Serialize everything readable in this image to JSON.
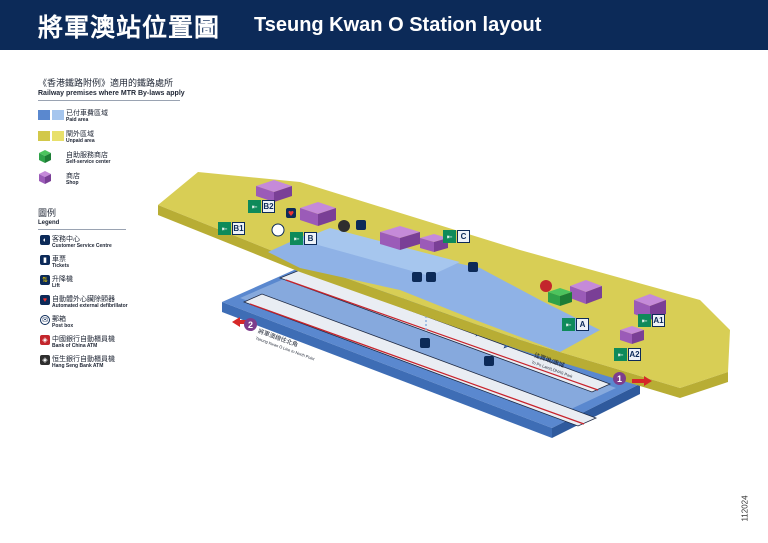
{
  "header": {
    "title_zh": "將軍澳站位置圖",
    "title_en": "Tseung Kwan O Station layout"
  },
  "legend": {
    "heading_zh": "《香港鐵路附例》適用的鐵路處所",
    "heading_en": "Railway premises where MTR By-laws apply",
    "areas": [
      {
        "zh": "已付車費區域",
        "en": "Paid area"
      },
      {
        "zh": "閘外區域",
        "en": "Unpaid area"
      },
      {
        "zh": "自助服務商店",
        "en": "Self-service center"
      },
      {
        "zh": "商店",
        "en": "Shop"
      }
    ],
    "legend_title_zh": "圖例",
    "legend_title_en": "Legend",
    "items": [
      {
        "zh": "客務中心",
        "en": "Customer Service Centre",
        "icon": "customer-service-icon"
      },
      {
        "zh": "車票",
        "en": "Tickets",
        "icon": "ticket-icon"
      },
      {
        "zh": "升降機",
        "en": "Lift",
        "icon": "lift-icon"
      },
      {
        "zh": "自動體外心臟除顫器",
        "en": "Automated external defibrillator",
        "icon": "defibrillator-icon"
      },
      {
        "zh": "郵箱",
        "en": "Post box",
        "icon": "post-box-icon"
      },
      {
        "zh": "中國銀行自動櫃員機",
        "en": "Bank of China ATM",
        "icon": "boc-atm-icon"
      },
      {
        "zh": "恒生銀行自動櫃員機",
        "en": "Hang Seng Bank ATM",
        "icon": "hang-seng-atm-icon"
      }
    ]
  },
  "exits": [
    {
      "label": "B2"
    },
    {
      "label": "B1"
    },
    {
      "label": "B"
    },
    {
      "label": "C"
    },
    {
      "label": "A"
    },
    {
      "label": "A1"
    },
    {
      "label": "A2"
    }
  ],
  "platforms": {
    "p1": {
      "num": "1",
      "zh": "往寶琳/康城",
      "en": "To Po Lam/LOHAS Park"
    },
    "p2": {
      "num": "2",
      "zh": "將軍澳線往北角",
      "en": "Tseung Kwan O Line to North Point"
    }
  },
  "code": "112024",
  "colors": {
    "header": "#0c2a58",
    "paid": "#5a88cf",
    "paid_light": "#a6c6ee",
    "unpaid": "#d2c84a",
    "unpaid_light": "#e8e06b",
    "shop": "#9b5bb8",
    "self_service": "#2fa24a",
    "exit": "#0e8a5a",
    "direction": "#d62828"
  }
}
